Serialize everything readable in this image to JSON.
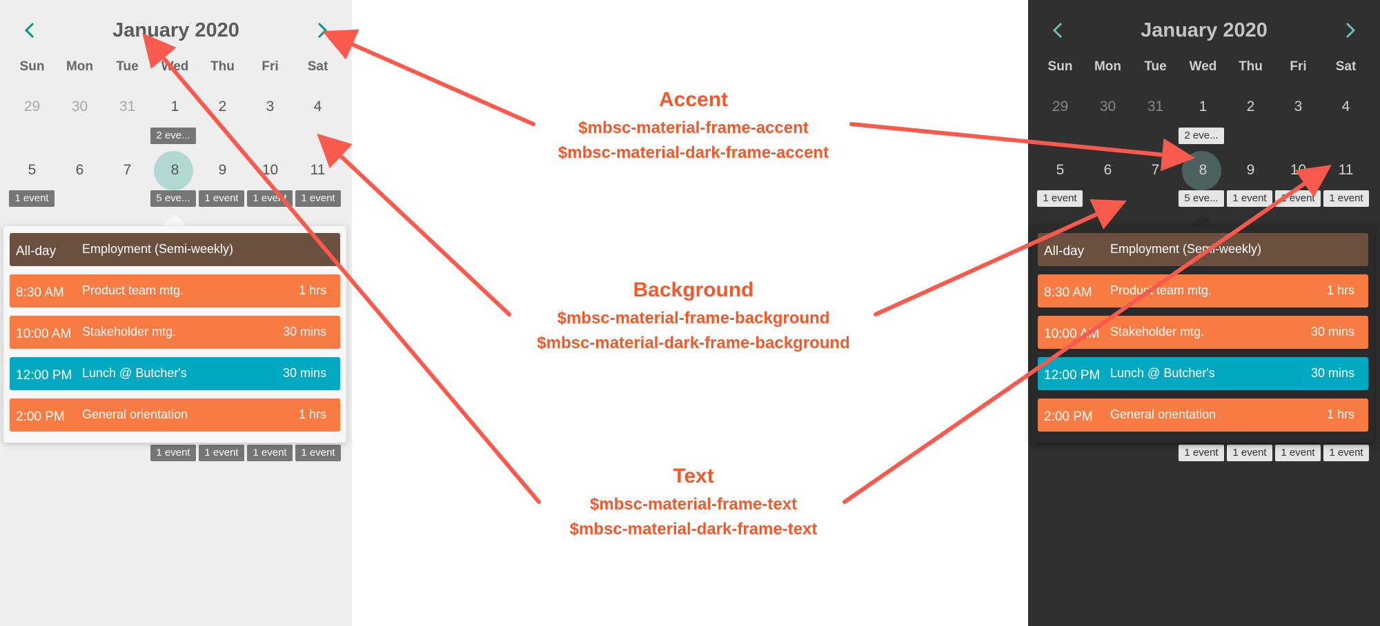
{
  "month_title": "January 2020",
  "weekdays": [
    "Sun",
    "Mon",
    "Tue",
    "Wed",
    "Thu",
    "Fri",
    "Sat"
  ],
  "week1": [
    "29",
    "30",
    "31",
    "1",
    "2",
    "3",
    "4"
  ],
  "week2": [
    "5",
    "6",
    "7",
    "8",
    "9",
    "10",
    "11"
  ],
  "labels": {
    "wed_week1": "2 eve...",
    "one_event": "1 event",
    "wed_week2": "5 eve..."
  },
  "events": [
    {
      "time": "All-day",
      "title": "Employment (Semi-weekly)",
      "duration": "",
      "color": "#6b4f3f"
    },
    {
      "time": "8:30 AM",
      "title": "Product team mtg.",
      "duration": "1 hrs",
      "color": "#f77b43"
    },
    {
      "time": "10:00 AM",
      "title": "Stakeholder mtg.",
      "duration": "30 mins",
      "color": "#f77b43"
    },
    {
      "time": "12:00 PM",
      "title": "Lunch @ Butcher's",
      "duration": "30 mins",
      "color": "#00a9c1"
    },
    {
      "time": "2:00 PM",
      "title": "General orientation",
      "duration": "1 hrs",
      "color": "#f77b43"
    }
  ],
  "annotations": {
    "accent": {
      "title": "Accent",
      "var_light": "$mbsc-material-frame-accent",
      "var_dark": "$mbsc-material-dark-frame-accent"
    },
    "background": {
      "title": "Background",
      "var_light": "$mbsc-material-frame-background",
      "var_dark": "$mbsc-material-dark-frame-background"
    },
    "text": {
      "title": "Text",
      "var_light": "$mbsc-material-frame-text",
      "var_dark": "$mbsc-material-dark-frame-text"
    }
  },
  "colors": {
    "accent_light": "#009688",
    "accent_dark": "#6fc0b4",
    "annotation": "#f0592c",
    "arrow": "#f85a4d",
    "light_bg": "#eeeeee",
    "dark_bg": "#303030"
  },
  "icons": {
    "prev": "chevron-left-icon",
    "next": "chevron-right-icon"
  }
}
